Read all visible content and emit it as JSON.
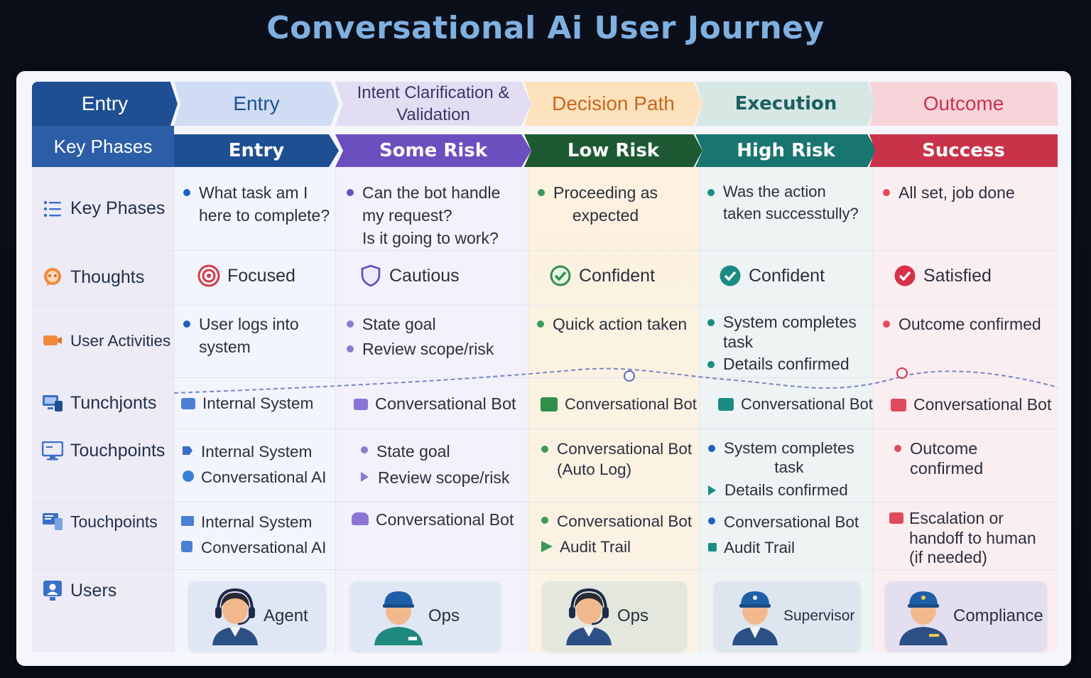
{
  "title": "Conversational Ai User Journey",
  "stages": [
    {
      "top": "Entry",
      "phase": "Key Phases"
    },
    {
      "top": "Entry",
      "phase": "Entry"
    },
    {
      "top": "Intent Clarification & Validation",
      "phase": "Some Risk"
    },
    {
      "top": "Decision Path",
      "phase": "Low Risk"
    },
    {
      "top": "Execution",
      "phase": "High Risk"
    },
    {
      "top": "Outcome",
      "phase": "Success"
    }
  ],
  "rows": {
    "key_phases": "Key Phases",
    "thoughts": "Thoughts",
    "user_activities": "User Activities",
    "tunchjonts": "Tunchjonts",
    "touchpoints_a": "Touchpoints",
    "touchpoints_b": "Touchpoints",
    "users": "Users"
  },
  "key_phases": [
    {
      "l1": "What task am I",
      "l2": "here to complete?"
    },
    {
      "l1": "Can the bot handle",
      "l2": "my request?",
      "l3": "Is it going to work?"
    },
    {
      "l1": "Proceeding as",
      "l2": "expected"
    },
    {
      "l1": "Was the action",
      "l2": "taken successtully?"
    },
    {
      "l1": "All set, job done"
    }
  ],
  "thoughts": [
    "Focused",
    "Cautious",
    "Confident",
    "Confident",
    "Satisfied"
  ],
  "activities": [
    {
      "a": "User logs into",
      "a2": "system"
    },
    {
      "a": "State goal",
      "b": "Review scope/risk"
    },
    {
      "a": "Quick action taken"
    },
    {
      "a": "System completes",
      "a2": "task",
      "b": "Details confirmed"
    },
    {
      "a": "Outcome confirmed"
    }
  ],
  "tunchjonts": [
    "Internal System",
    "Conversational Bot",
    "Conversational Bot",
    "Conversational Bot",
    "Conversational Bot"
  ],
  "touchpoints_a": [
    {
      "a": "Internal System",
      "b": "Conversational AI"
    },
    {
      "a": "State goal",
      "b": "Review scope/risk"
    },
    {
      "a": "Conversational Bot",
      "a2": "(Auto Log)"
    },
    {
      "a": "System completes",
      "a2": "task",
      "b": "Details confirmed"
    },
    {
      "a": "Outcome",
      "a2": "confirmed"
    }
  ],
  "touchpoints_b": [
    {
      "a": "Internal System",
      "b": "Conversational AI"
    },
    {
      "a": "Conversational Bot"
    },
    {
      "a": "Conversational Bot",
      "b": "Audit Trail"
    },
    {
      "a": "Conversational Bot",
      "b": "Audit Trail"
    },
    {
      "a": "Escalation or",
      "a2": "handoff to human",
      "a3": "(if needed)"
    }
  ],
  "users": [
    "Agent",
    "Ops",
    "Ops",
    "Supervisor",
    "Compliance"
  ],
  "colors": {
    "entry": "#1f4f93",
    "some_risk": "#6c4fbf",
    "low_risk": "#1d6b3a",
    "high_risk": "#1b7c74",
    "success": "#c9334a"
  }
}
